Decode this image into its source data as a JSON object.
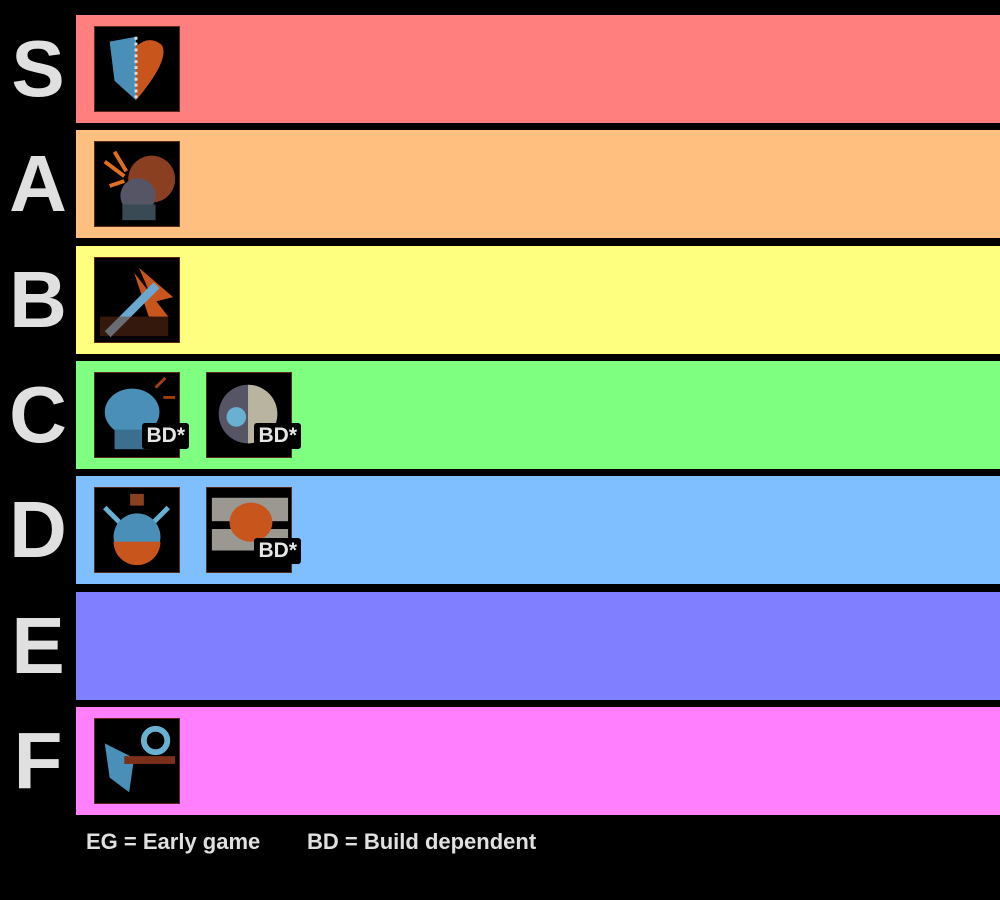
{
  "tiers": [
    {
      "label": "S",
      "color": "#ff7f7f",
      "items": [
        {
          "icon": "heart-shield-icon",
          "badge": null
        }
      ]
    },
    {
      "label": "A",
      "color": "#ffbf7f",
      "items": [
        {
          "icon": "bomb-burst-icon",
          "badge": null
        }
      ]
    },
    {
      "label": "B",
      "color": "#ffff7f",
      "items": [
        {
          "icon": "sword-feathers-icon",
          "badge": null
        }
      ]
    },
    {
      "label": "C",
      "color": "#7fff7f",
      "items": [
        {
          "icon": "blue-jar-icon",
          "badge": "BD*"
        },
        {
          "icon": "cracked-orb-icon",
          "badge": "BD*"
        }
      ]
    },
    {
      "label": "D",
      "color": "#7fbfff",
      "items": [
        {
          "icon": "potion-swords-icon",
          "badge": null
        },
        {
          "icon": "banner-scroll-icon",
          "badge": "BD*"
        }
      ]
    },
    {
      "label": "E",
      "color": "#7f7fff",
      "items": []
    },
    {
      "label": "F",
      "color": "#ff7fff",
      "items": [
        {
          "icon": "chain-gauntlet-icon",
          "badge": null
        }
      ]
    }
  ],
  "legend": {
    "eg": "EG = Early game",
    "bd": "BD = Build dependent"
  }
}
